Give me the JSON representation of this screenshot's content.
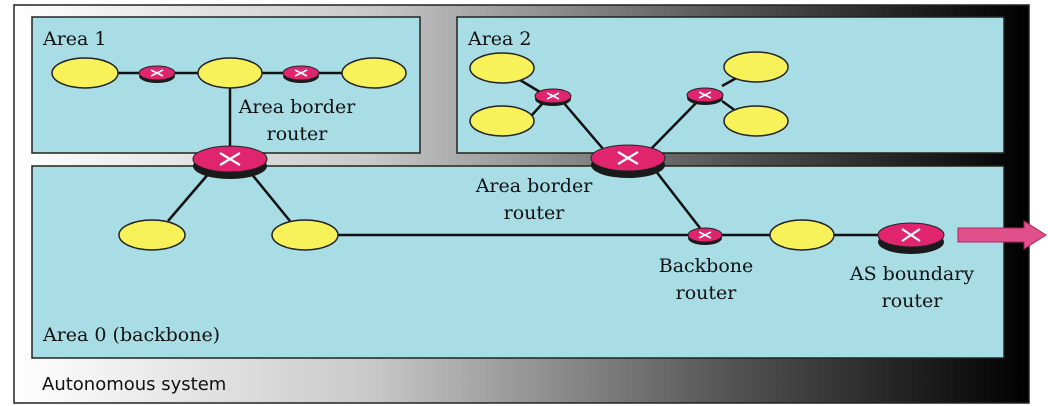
{
  "autonomous_system": {
    "label": "Autonomous system"
  },
  "areas": {
    "area1": {
      "label": "Area 1"
    },
    "area2": {
      "label": "Area 2"
    },
    "area0": {
      "label": "Area 0 (backbone)"
    }
  },
  "router_labels": {
    "area1_border": [
      "Area border",
      "router"
    ],
    "area2_border": [
      "Area border",
      "router"
    ],
    "backbone": [
      "Backbone",
      "router"
    ],
    "as_boundary": [
      "AS boundary",
      "router"
    ]
  },
  "colors": {
    "area_fill": "#a8dde5",
    "network_fill": "#f7f25a",
    "router_fill": "#e0246e",
    "router_shadow": "#1a1a1a",
    "external_arrow": "#e0508a"
  },
  "icons": {
    "router": "router-x-icon",
    "network": "network-oval-icon",
    "external": "external-arrow-icon"
  }
}
